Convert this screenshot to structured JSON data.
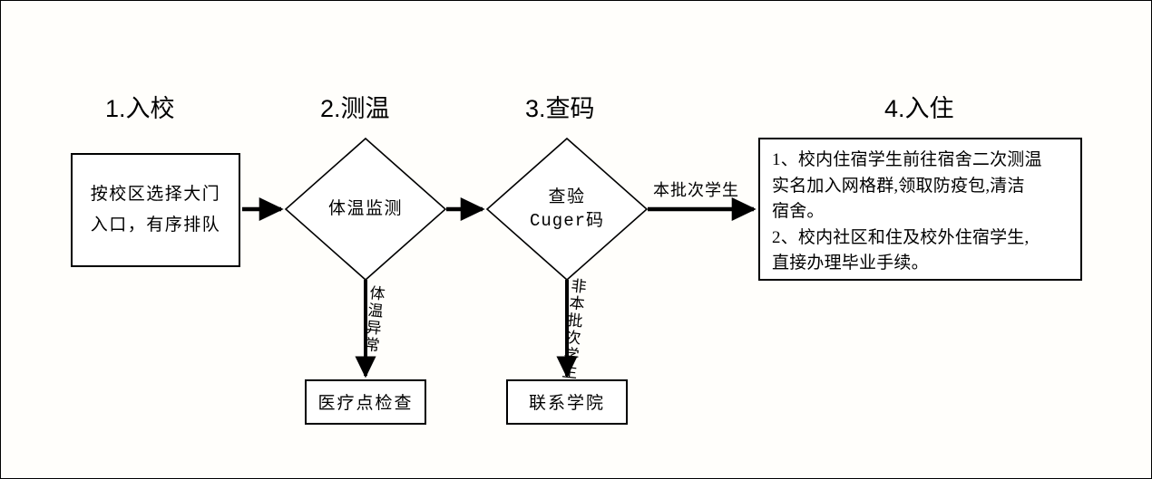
{
  "diagram": {
    "type": "flowchart",
    "title_steps": [
      {
        "id": "step-1",
        "label": "1.入校"
      },
      {
        "id": "step-2",
        "label": "2.测温"
      },
      {
        "id": "step-3",
        "label": "3.查码"
      },
      {
        "id": "step-4",
        "label": "4.入住"
      }
    ],
    "nodes": {
      "entry": {
        "shape": "rectangle",
        "line1": "按校区选择大门",
        "line2": "入口，有序排队"
      },
      "temperature": {
        "shape": "diamond",
        "label": "体温监测"
      },
      "code_check": {
        "shape": "diamond",
        "line1": "查验",
        "line2": "Cuger码"
      },
      "checkin": {
        "shape": "rectangle",
        "line1": "1、校内住宿学生前往宿舍二次测温",
        "line2": "实名加入网格群,领取防疫包,清洁",
        "line3": "宿舍。",
        "line4": "2、校内社区和住及校外住宿学生,",
        "line5": "直接办理毕业手续。"
      },
      "medical": {
        "shape": "rectangle",
        "label": "医疗点检查"
      },
      "college": {
        "shape": "rectangle",
        "label": "联系学院"
      }
    },
    "edges": [
      {
        "id": "edge-entry-temp",
        "from": "entry",
        "to": "temperature",
        "label": ""
      },
      {
        "id": "edge-temp-code",
        "from": "temperature",
        "to": "code_check",
        "label": ""
      },
      {
        "id": "edge-code-checkin",
        "from": "code_check",
        "to": "checkin",
        "label": "本批次学生"
      },
      {
        "id": "edge-temp-medical",
        "from": "temperature",
        "to": "medical",
        "label": "体温异常"
      },
      {
        "id": "edge-code-college",
        "from": "code_check",
        "to": "college",
        "label": "非本批次学生"
      }
    ],
    "colors": {
      "stroke": "#000000",
      "fill": "#ffffff",
      "text": "#000000",
      "page_background": "#fffefb"
    }
  }
}
